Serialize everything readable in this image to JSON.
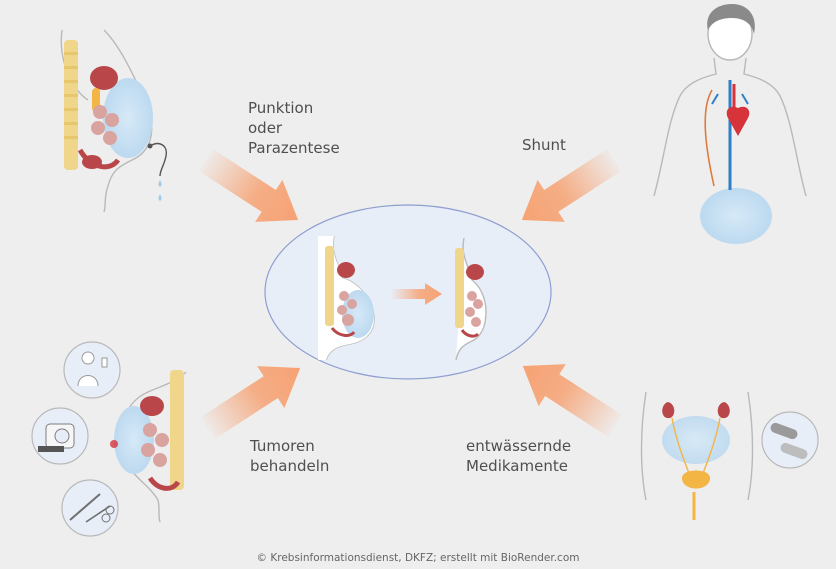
{
  "labels": {
    "puncture": [
      "Punktion",
      "oder",
      "Parazentese"
    ],
    "shunt": "Shunt",
    "tumors": [
      "Tumoren",
      "behandeln"
    ],
    "medication": [
      "entwässernde",
      "Medikamente"
    ]
  },
  "credit": "© Krebsinformationsdienst, DKFZ; erstellt mit BioRender.com",
  "colors": {
    "background": "#eeeeee",
    "arrow": "#f6a273",
    "center_fill": "#e8eef8",
    "center_border": "#8e9fd0",
    "ascites_fluid": "#c4def1",
    "spine": "#f0d68a",
    "organ_red": "#b9474a",
    "artery": "#d6333a",
    "vein": "#2f7fc6",
    "skin_line": "#b9b9b9"
  },
  "icons": [
    "bottle-icon",
    "ct-scanner-icon",
    "scalpel-icon",
    "scissors-icon",
    "pill-capsule-icon",
    "patient-icon"
  ]
}
